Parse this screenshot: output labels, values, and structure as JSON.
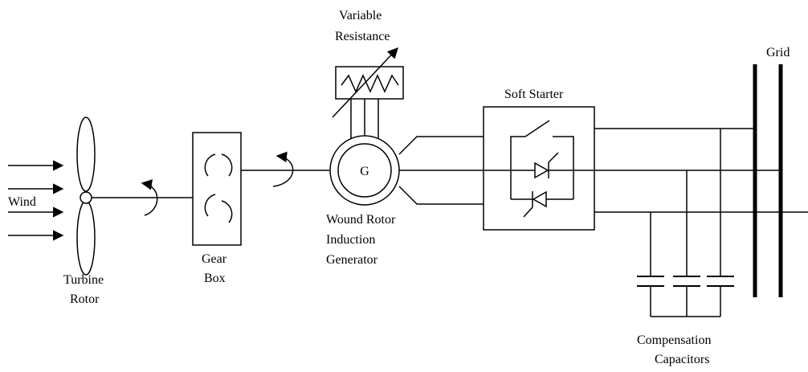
{
  "labels": {
    "wind": "Wind",
    "turbine_rotor": [
      "Turbine",
      "Rotor"
    ],
    "gear_box": [
      "Gear",
      "Box"
    ],
    "variable_resistance": [
      "Variable",
      "Resistance"
    ],
    "generator_symbol": "G",
    "generator": [
      "Wound Rotor",
      "Induction",
      "Generator"
    ],
    "soft_starter": "Soft Starter",
    "grid": "Grid",
    "compensation_capacitors": [
      "Compensation",
      "Capacitors"
    ]
  }
}
